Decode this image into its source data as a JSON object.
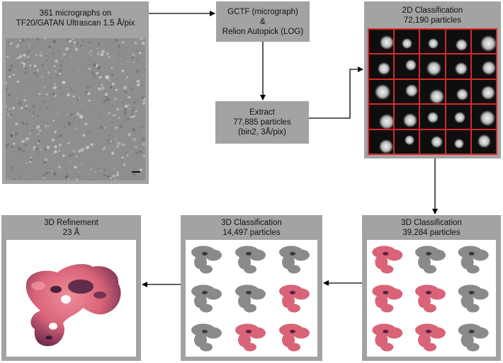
{
  "micrograph_panel": {
    "line1": "361 micrographs on",
    "line2": "TF20/GATAN Ultrascan 1.5 Å/pix"
  },
  "gctf_box": {
    "line1": "GCTF (micrograph)",
    "line2": "&",
    "line3": "Relion Autopick (LOG)"
  },
  "extract_box": {
    "line1": "Extract",
    "line2": "77,885 particles",
    "line3": "(bin2, 3Å/pix)"
  },
  "class2d_panel": {
    "line1": "2D Classification",
    "line2": "72,190 particles",
    "grid_rows": 5,
    "grid_cols": 5,
    "border_color": "#d62a2a"
  },
  "class3d_b_panel": {
    "line1": "3D Classification",
    "line2": "39,284 particles"
  },
  "class3d_a_panel": {
    "line1": "3D Classification",
    "line2": "14,497 particles"
  },
  "refine_panel": {
    "line1": "3D Refinement",
    "line2": "23 Å"
  },
  "colors": {
    "panel_grey": "#a3a3a3",
    "map_pink": "#d96478",
    "map_grey": "#8a8a8a",
    "arrow": "#000000"
  },
  "class3d_a_maps": [
    "grey",
    "grey",
    "grey",
    "grey",
    "grey",
    "pink",
    "grey",
    "pink",
    "pink"
  ],
  "class3d_b_maps": [
    "pink",
    "grey",
    "grey",
    "pink",
    "pink",
    "grey",
    "pink",
    "pink",
    "grey"
  ]
}
